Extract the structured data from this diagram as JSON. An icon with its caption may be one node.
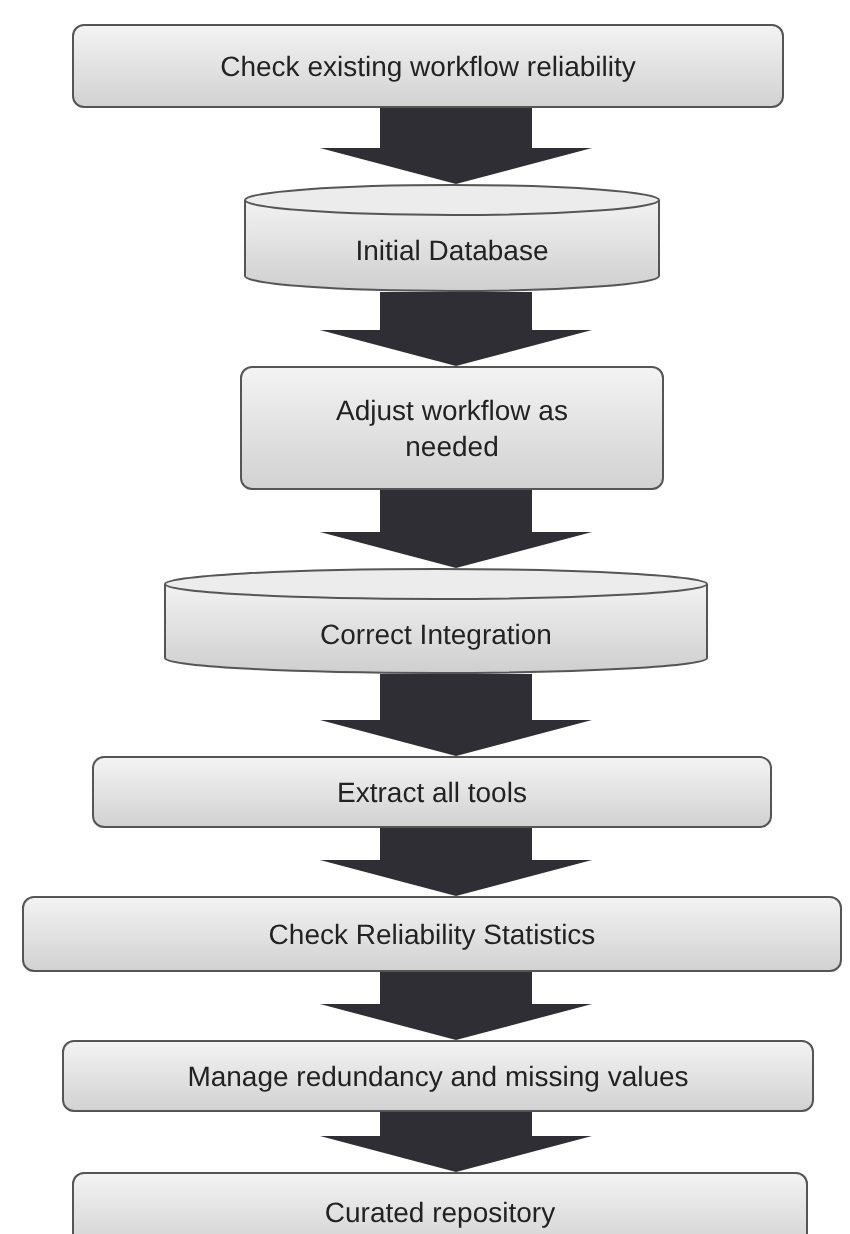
{
  "diagram": {
    "nodes": [
      {
        "text": [
          "Check existing workflow reliability"
        ]
      },
      {
        "text": [
          "Initial Database"
        ]
      },
      {
        "text": [
          "Adjust workflow as needed"
        ]
      },
      {
        "text": [
          "Correct Integration"
        ]
      },
      {
        "text": [
          "Extract all tools"
        ]
      },
      {
        "text": [
          "Check Reliability Statistics"
        ]
      },
      {
        "text": [
          "Manage redundancy and missing values"
        ]
      },
      {
        "text": [
          "Curated repository"
        ]
      }
    ],
    "edges": [
      {
        "from": 0,
        "to": 1,
        "arrow": "to"
      },
      {
        "from": 1,
        "to": 2,
        "arrow": "to"
      },
      {
        "from": 2,
        "to": 3,
        "arrow": "to"
      },
      {
        "from": 3,
        "to": 4,
        "arrow": "to"
      },
      {
        "from": 4,
        "to": 5,
        "arrow": "to"
      },
      {
        "from": 5,
        "to": 6,
        "arrow": "to"
      },
      {
        "from": 6,
        "to": 7,
        "arrow": "to"
      }
    ]
  }
}
